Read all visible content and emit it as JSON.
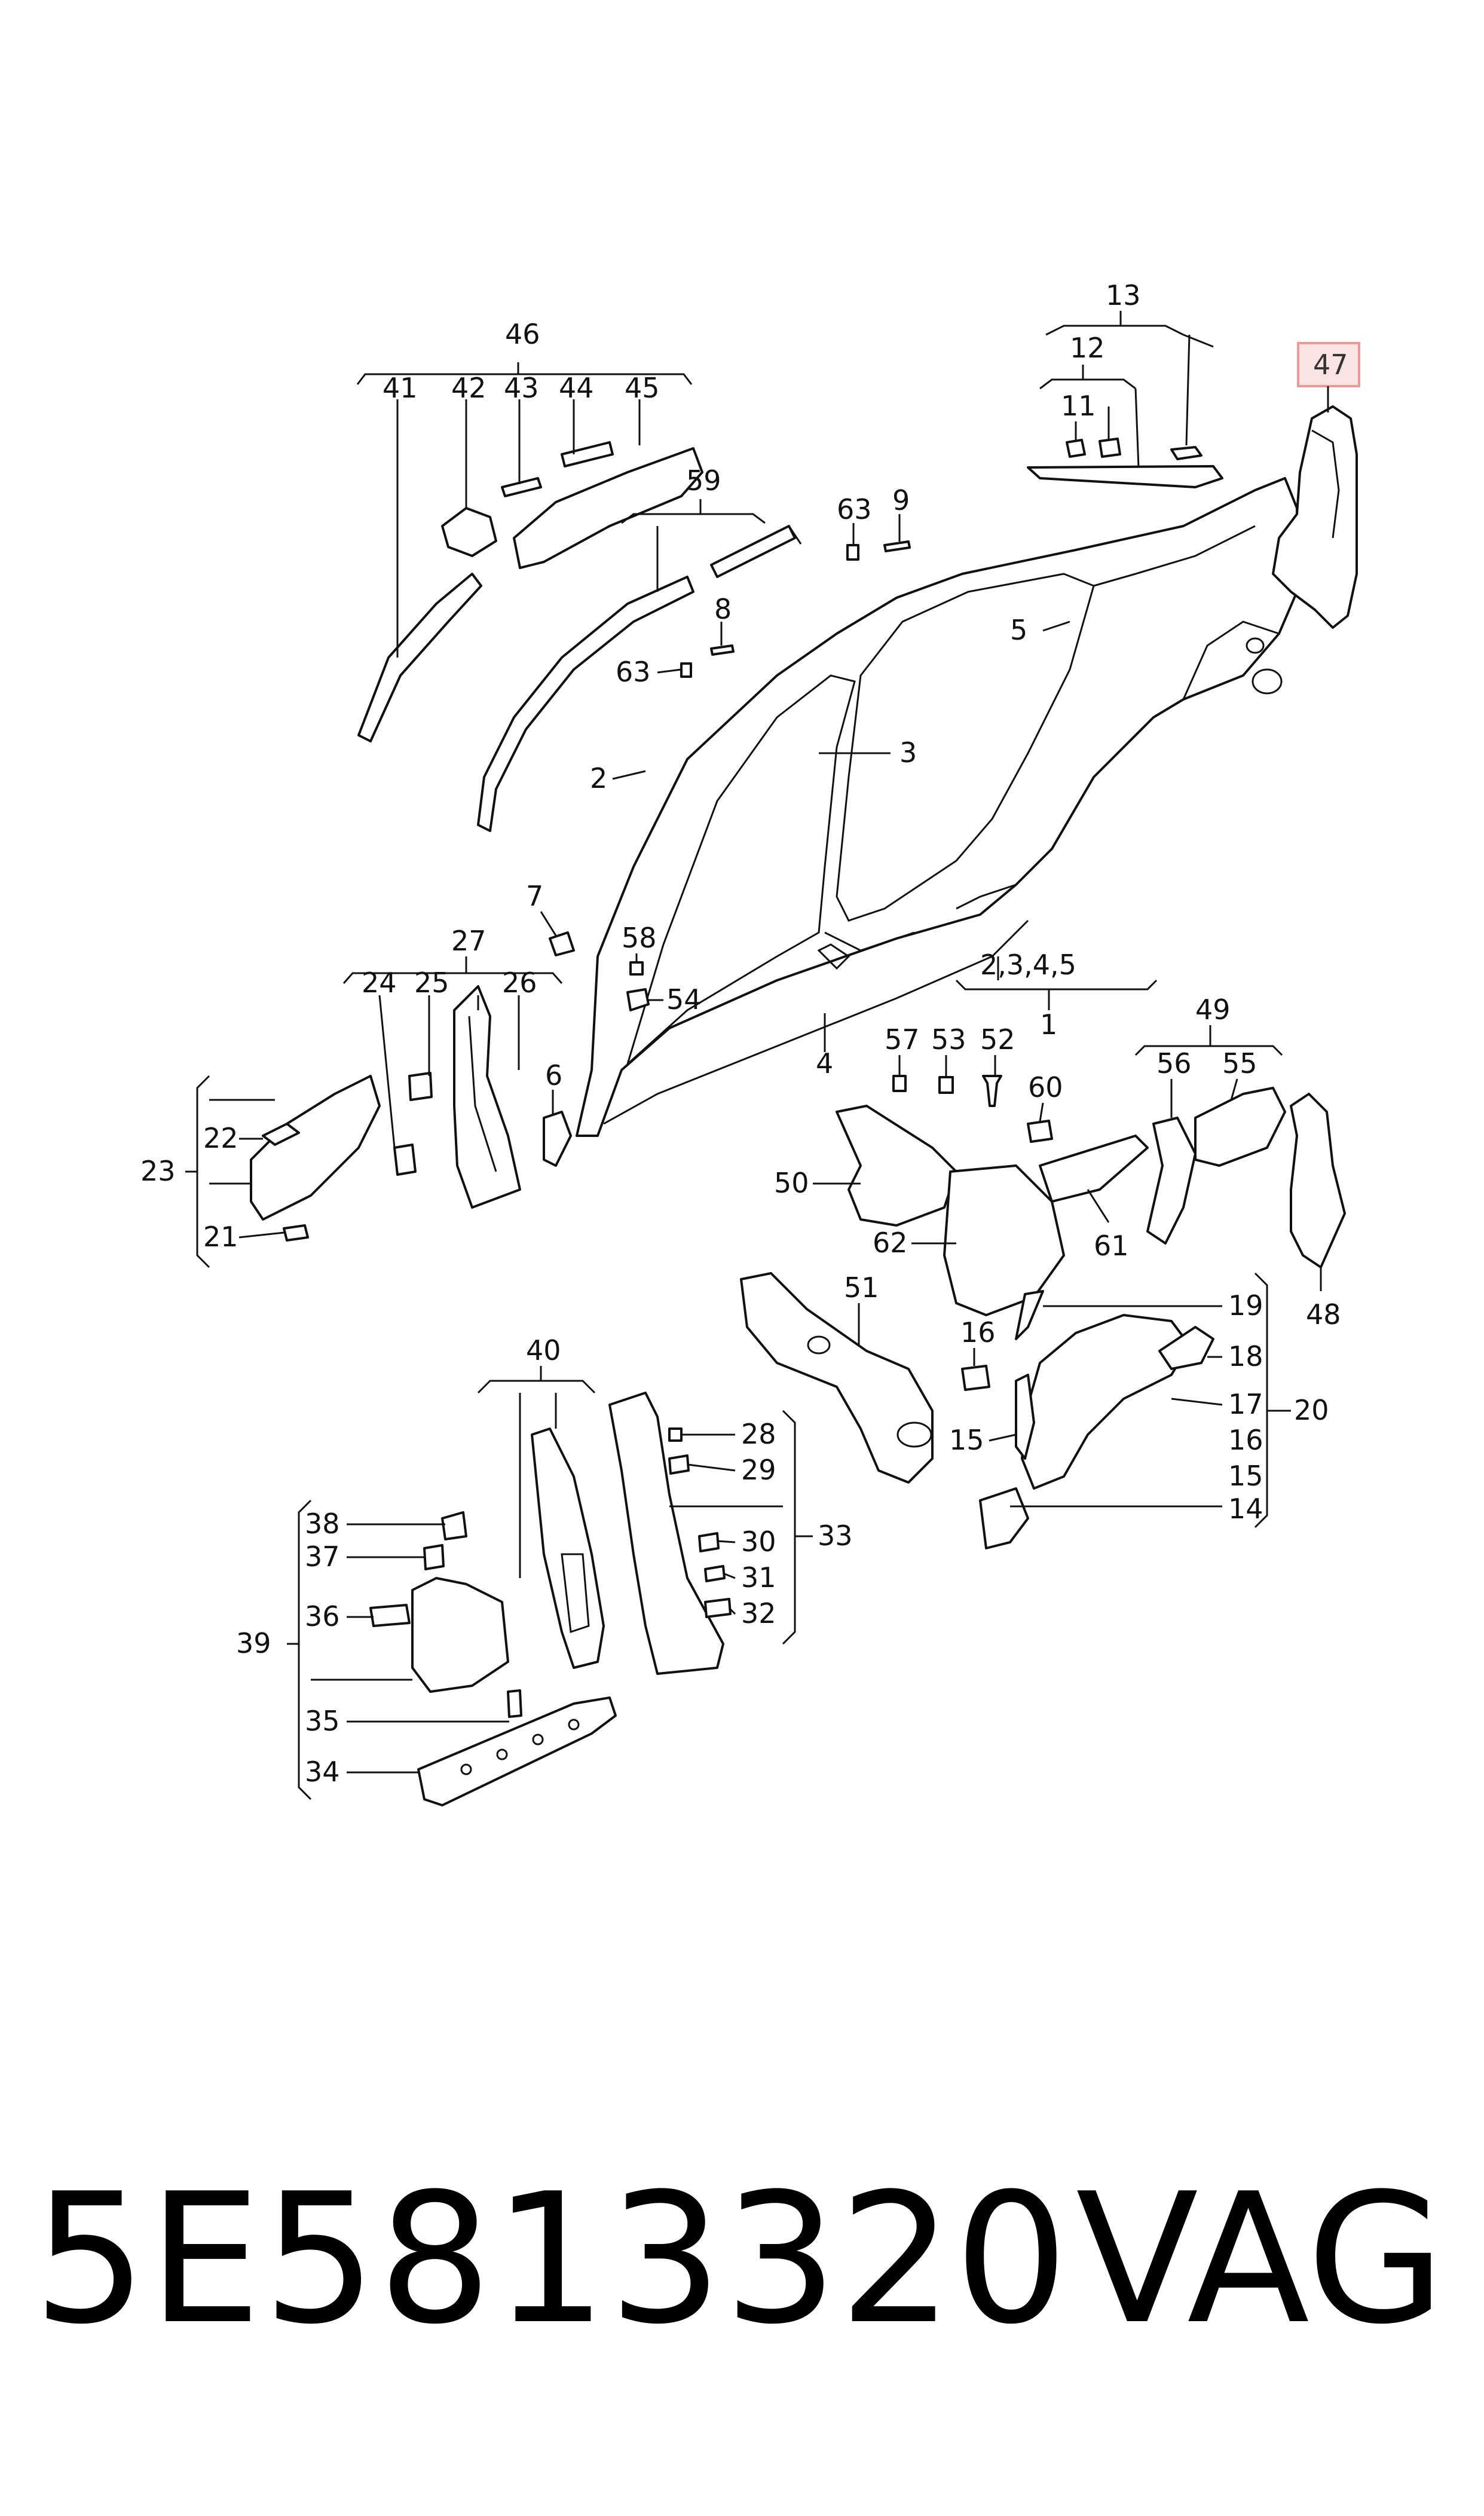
{
  "diagram": {
    "labels": {
      "l1": "1",
      "l2": "2",
      "l3": "3",
      "l4": "4",
      "l5": "5",
      "l6": "6",
      "l7": "7",
      "l8": "8",
      "l9": "9",
      "l11": "11",
      "l12": "12",
      "l13": "13",
      "l14": "14",
      "l15a": "15",
      "l15b": "15",
      "l16a": "16",
      "l16b": "16",
      "l17": "17",
      "l18": "18",
      "l19": "19",
      "l20": "20",
      "l21": "21",
      "l22": "22",
      "l23": "23",
      "l24": "24",
      "l25": "25",
      "l26": "26",
      "l27": "27",
      "l28": "28",
      "l29": "29",
      "l30": "30",
      "l31": "31",
      "l32": "32",
      "l33": "33",
      "l34": "34",
      "l35": "35",
      "l36": "36",
      "l37": "37",
      "l38": "38",
      "l39": "39",
      "l40": "40",
      "l41": "41",
      "l42": "42",
      "l43": "43",
      "l44": "44",
      "l45": "45",
      "l46": "46",
      "l47": "47",
      "l48": "48",
      "l49": "49",
      "l50": "50",
      "l51": "51",
      "l52": "52",
      "l53": "53",
      "l54": "54",
      "l55": "55",
      "l56": "56",
      "l57": "57",
      "l58": "58",
      "l59": "59",
      "l60": "60",
      "l61": "61",
      "l62": "62",
      "l63a": "63",
      "l63b": "63",
      "l2345": "2,3,4,5"
    },
    "highlight": {
      "label": "47",
      "border_color": "#e89a9a",
      "fill_color": "#fbe3e3"
    }
  },
  "footer": {
    "part_number": "5E5813320",
    "brand": "VAG"
  }
}
